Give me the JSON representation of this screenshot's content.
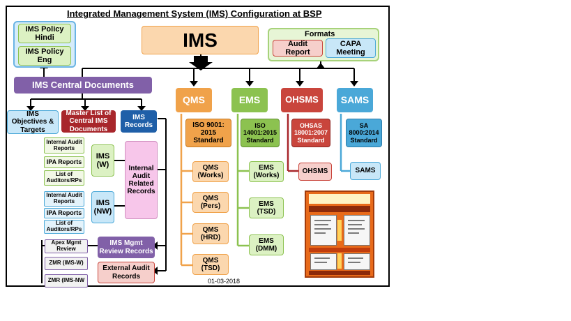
{
  "title": "Integrated Management System (IMS) Configuration at BSP",
  "date": "01-03-2018",
  "ims": "IMS",
  "policy": {
    "hindi": "IMS Policy Hindi",
    "eng": "IMS Policy Eng"
  },
  "formats": {
    "label": "Formats",
    "audit_report": "Audit Report",
    "capa": "CAPA Meeting"
  },
  "central_docs": "IMS Central Documents",
  "objectives": "IMS Objectives & Targets",
  "master_list": "Master List of Central IMS Documents",
  "records": "IMS Records",
  "left": {
    "w_internal": "Internal Audit Reports",
    "w_ipa": "IPA Reports",
    "w_list": "List of Auditors/RPs",
    "w_label": "IMS (W)",
    "nw_internal": "Internal Audit Reports",
    "nw_ipa": "IPA Reports",
    "nw_list": "List of Auditors/RPs",
    "nw_label": "IMS (NW)",
    "internal_related": "Internal Audit Related Records",
    "apex": "Apex Mgmt Review",
    "zmr_w": "ZMR (IMS-W)",
    "zmr_nw": "ZMR (IMS-NW",
    "mgmt_review": "IMS Mgmt Review Records",
    "external": "External Audit Records"
  },
  "qms": {
    "head": "QMS",
    "std": "ISO 9001: 2015 Standard",
    "items": [
      "QMS (Works)",
      "QMS (Pers)",
      "QMS (HRD)",
      "QMS (TSD)"
    ]
  },
  "ems": {
    "head": "EMS",
    "std": "ISO 14001:2015 Standard",
    "items": [
      "EMS (Works)",
      "EMS (TSD)",
      "EMS (DMM)"
    ]
  },
  "ohsms": {
    "head": "OHSMS",
    "std": "OHSAS 18001:2007 Standard",
    "item": "OHSMS"
  },
  "sams": {
    "head": "SAMS",
    "std": "SA 8000:2014 Standard",
    "item": "SAMS"
  },
  "colors": {
    "orange": "#f0a24a",
    "orange_light": "#fbd7ae",
    "green": "#8cc250",
    "green_light": "#dcf1c3",
    "red": "#c9453c",
    "red_light": "#f6cfcb",
    "blue": "#4aa8d8",
    "blue_light": "#c8e7f8",
    "purple": "#8160a8",
    "navy": "#1f5fa8",
    "maroon": "#a8262b",
    "pink": "#f7c6ea"
  }
}
